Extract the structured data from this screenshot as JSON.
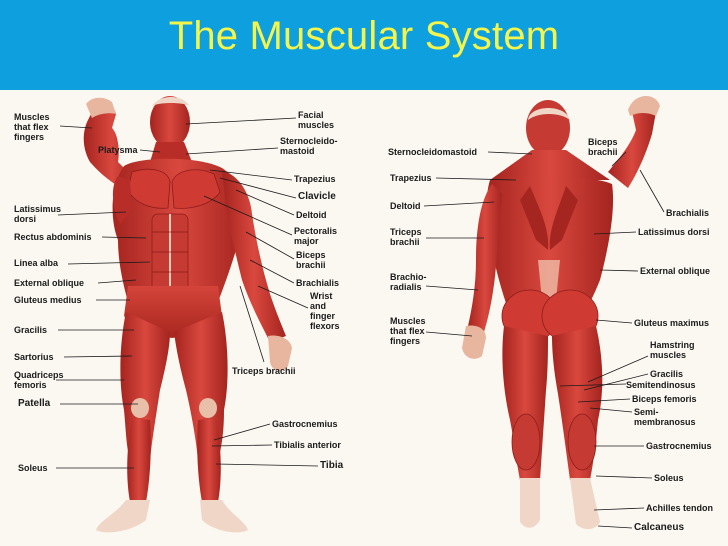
{
  "title": "The Muscular System",
  "colors": {
    "banner": "#0ea0de",
    "title": "#f4f44a",
    "muscle": "#c7322d",
    "muscle_dark": "#8e1c1a",
    "skin": "#f2cdb8",
    "background": "#fbf7f1"
  },
  "front_labels": {
    "muscles_flex_fingers": "Muscles\nthat flex\nfingers",
    "platysma": "Platysma",
    "facial_muscles": "Facial\nmuscles",
    "sternocleidomastoid": "Sternocleido-\nmastoid",
    "trapezius": "Trapezius",
    "clavicle": "Clavicle",
    "deltoid": "Deltoid",
    "pectoralis_major": "Pectoralis\nmajor",
    "biceps_brachii": "Biceps\nbrachii",
    "brachialis": "Brachialis",
    "wrist_finger_flexors": "Wrist\nand\nfinger\nflexors",
    "latissimus_dorsi": "Latissimus\ndorsi",
    "rectus_abdominis": "Rectus abdominis",
    "linea_alba": "Linea alba",
    "external_oblique": "External oblique",
    "gluteus_medius": "Gluteus medius",
    "gracilis": "Gracilis",
    "sartorius": "Sartorius",
    "quadriceps_femoris": "Quadriceps\nfemoris",
    "patella": "Patella",
    "triceps_brachii": "Triceps brachii",
    "gastrocnemius": "Gastrocnemius",
    "tibialis_anterior": "Tibialis anterior",
    "soleus": "Soleus",
    "tibia": "Tibia"
  },
  "back_labels": {
    "sternocleidomastoid": "Sternocleidomastoid",
    "biceps_brachii": "Biceps\nbrachii",
    "trapezius": "Trapezius",
    "deltoid": "Deltoid",
    "brachialis": "Brachialis",
    "triceps_brachii": "Triceps\nbrachii",
    "latissimus_dorsi": "Latissimus dorsi",
    "brachioradialis": "Brachio-\nradialis",
    "external_oblique": "External oblique",
    "muscles_flex_fingers": "Muscles\nthat flex\nfingers",
    "gluteus_maximus": "Gluteus maximus",
    "hamstring_muscles": "Hamstring\nmuscles",
    "gracilis": "Gracilis",
    "semitendinosus": "Semitendinosus",
    "biceps_femoris": "Biceps femoris",
    "semimembranosus": "Semi-\nmembranosus",
    "gastrocnemius": "Gastrocnemius",
    "soleus": "Soleus",
    "achilles_tendon": "Achilles tendon",
    "calcaneus": "Calcaneus"
  }
}
